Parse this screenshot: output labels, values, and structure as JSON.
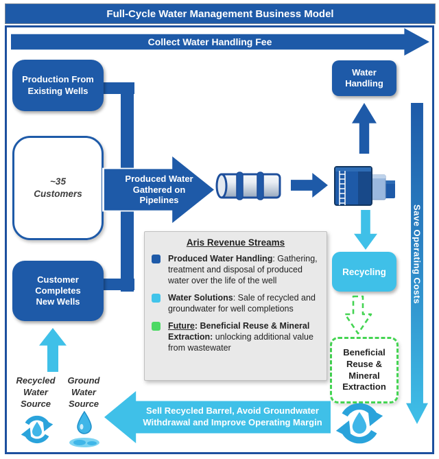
{
  "title": "Full-Cycle Water Management Business Model",
  "arrows": {
    "collect_fee": "Collect Water Handling Fee",
    "produced_water": "Produced Water\nGathered on\nPipelines",
    "save_costs": "Save Operating Costs",
    "sell_recycled": "Sell Recycled Barrel, Avoid Groundwater Withdrawal and Improve Operating Margin"
  },
  "boxes": {
    "production_wells": "Production From\nExisting Wells",
    "customers": "~35\nCustomers",
    "customer_completes": "Customer\nCompletes\nNew Wells",
    "water_handling": "Water\nHandling",
    "recycling": "Recycling",
    "beneficial_reuse": "Beneficial\nReuse &\nMineral\nExtraction"
  },
  "sources": {
    "recycled": "Recycled\nWater\nSource",
    "ground": "Ground\nWater\nSource"
  },
  "legend": {
    "title": "Aris Revenue Streams",
    "items": [
      {
        "color": "#1E5AA8",
        "segments": [
          {
            "text": "Produced Water Handling",
            "bold": true
          },
          {
            "text": ": Gathering, treatment and disposal of produced water over the life of the well"
          }
        ]
      },
      {
        "color": "#41C4EA",
        "segments": [
          {
            "text": "Water Solutions",
            "bold": true
          },
          {
            "text": ": Sale of recycled and groundwater for well completions"
          }
        ]
      },
      {
        "color": "#4CD964",
        "segments": [
          {
            "text": "Future",
            "bold": true,
            "underline": true
          },
          {
            "text": ": ",
            "bold": true
          },
          {
            "text": "Beneficial Reuse & Mineral Extraction:",
            "bold": true
          },
          {
            "text": " unlocking additional value from wastewater"
          }
        ]
      }
    ]
  },
  "colors": {
    "dark_blue": "#1E5AA8",
    "cyan": "#3FC0E8",
    "green_dashed": "#44D452",
    "icon_blue": "#2AA3DB",
    "drop_blue": "#3FB6E8",
    "legend_bg": "#E9E9E9"
  }
}
